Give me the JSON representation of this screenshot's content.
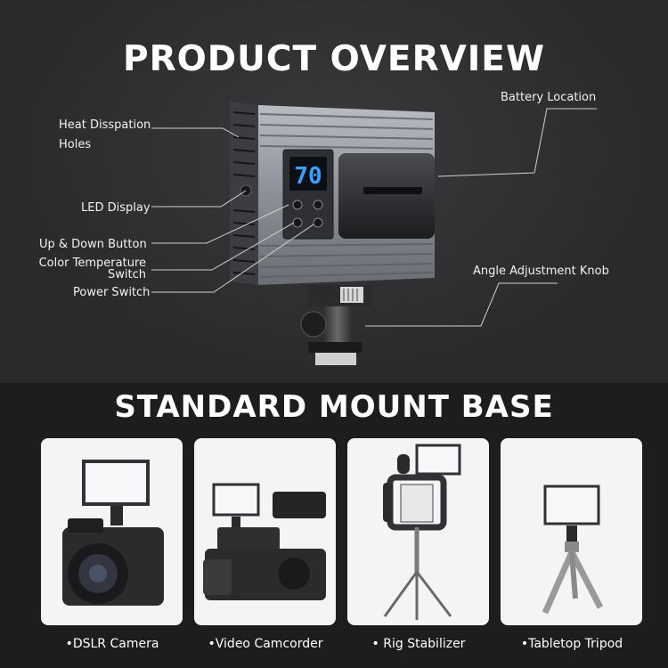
{
  "overview": {
    "title": "PRODUCT OVERVIEW",
    "display_digits": "70",
    "labels": {
      "heat_line1": "Heat Disspation",
      "heat_line2": "Holes",
      "led_display": "LED Display",
      "up_down": "Up & Down Button",
      "color_temp_line1": "Color Temperature",
      "color_temp_line2": "Switch",
      "power": "Power Switch",
      "battery": "Battery Location",
      "angle_knob": "Angle Adjustment Knob"
    }
  },
  "mount": {
    "title": "STANDARD MOUNT BASE",
    "items": [
      {
        "label": "•DSLR Camera"
      },
      {
        "label": "•Video Camcorder"
      },
      {
        "label": "• Rig Stabilizer"
      },
      {
        "label": "•Tabletop Tripod"
      }
    ]
  },
  "colors": {
    "background": "#2b2b2d",
    "bottom_background": "#1d1d1f",
    "display_digits": "#3aa0ff",
    "card_background": "#f4f4f4"
  }
}
